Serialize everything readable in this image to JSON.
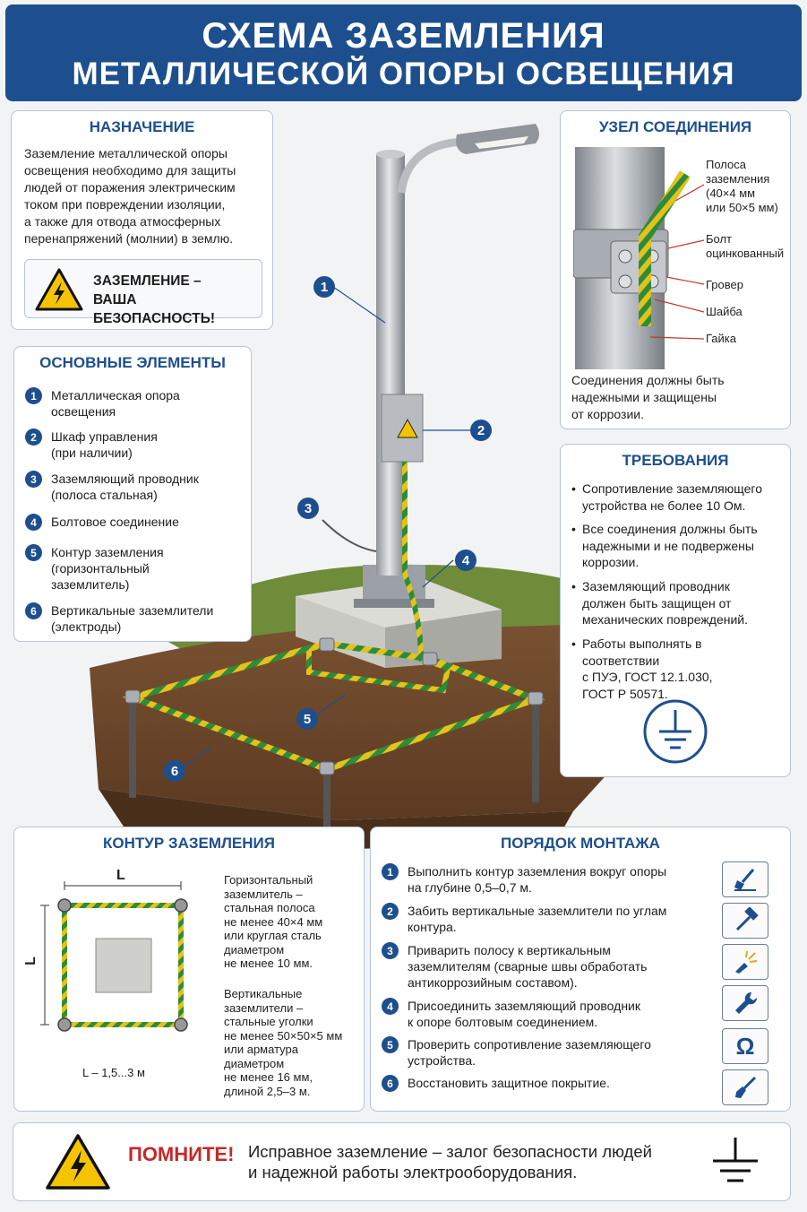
{
  "header": {
    "line1": "СХЕМА ЗАЗЕМЛЕНИЯ",
    "line2": "МЕТАЛЛИЧЕСКОЙ ОПОРЫ ОСВЕЩЕНИЯ"
  },
  "purpose": {
    "title": "НАЗНАЧЕНИЕ",
    "lines": [
      "Заземление металлической опоры",
      "освещения необходимо для защиты",
      "людей от поражения электрическим",
      "током при повреждении изоляции,",
      "а также для отвода атмосферных",
      "перенапряжений (молнии) в землю."
    ],
    "warning_line1": "ЗАЗЕМЛЕНИЕ –",
    "warning_line2": "ВАША БЕЗОПАСНОСТЬ!"
  },
  "elements": {
    "title": "ОСНОВНЫЕ ЭЛЕМЕНТЫ",
    "items": [
      {
        "num": "1",
        "line1": "Металлическая опора",
        "line2": "освещения",
        "line3": ""
      },
      {
        "num": "2",
        "line1": "Шкаф управления",
        "line2": "(при наличии)",
        "line3": ""
      },
      {
        "num": "3",
        "line1": "Заземляющий проводник",
        "line2": "(полоса стальная)",
        "line3": ""
      },
      {
        "num": "4",
        "line1": "Болтовое соединение",
        "line2": "",
        "line3": ""
      },
      {
        "num": "5",
        "line1": "Контур заземления",
        "line2": "(горизонтальный",
        "line3": "заземлитель)"
      },
      {
        "num": "6",
        "line1": "Вертикальные заземлители",
        "line2": "(электроды)",
        "line3": ""
      }
    ]
  },
  "node": {
    "title": "УЗЕЛ СОЕДИНЕНИЯ",
    "strip_line1": "Полоса",
    "strip_line2": "заземления",
    "strip_line3": "(40×4 мм",
    "strip_line4": "или 50×5 мм)",
    "bolt_line1": "Болт",
    "bolt_line2": "оцинкованный",
    "grover": "Гровер",
    "washer": "Шайба",
    "nut": "Гайка",
    "note_line1": "Соединения должны быть",
    "note_line2": "надежными и защищены",
    "note_line3": "от коррозии."
  },
  "requirements": {
    "title": "ТРЕБОВАНИЯ",
    "items": [
      {
        "l1": "Сопротивление заземляющего",
        "l2": "устройства не более 10 Ом.",
        "l3": ""
      },
      {
        "l1": "Все соединения должны быть",
        "l2": "надежными и не подвержены",
        "l3": "коррозии."
      },
      {
        "l1": "Заземляющий проводник",
        "l2": "должен быть защищен от",
        "l3": "механических повреждений."
      },
      {
        "l1": "Работы выполнять в соответствии",
        "l2": "с ПУЭ, ГОСТ 12.1.030,",
        "l3": "ГОСТ Р 50571."
      }
    ]
  },
  "scene_numbers": [
    "1",
    "2",
    "3",
    "4",
    "5",
    "6"
  ],
  "contour": {
    "title": "КОНТУР ЗАЗЕМЛЕНИЯ",
    "dim_top": "L",
    "dim_side": "L",
    "size_note": "L – 1,5...3 м",
    "horiz": [
      "Горизонтальный",
      "заземлитель –",
      "стальная полоса",
      "не менее 40×4 мм",
      "или круглая сталь",
      "диаметром",
      "не менее 10 мм."
    ],
    "vert": [
      "Вертикальные",
      "заземлители –",
      "стальные уголки",
      "не менее 50×50×5 мм",
      "или арматура",
      "диаметром",
      "не менее 16 мм,",
      "длиной 2,5–3 м."
    ]
  },
  "mounting": {
    "title": "ПОРЯДОК МОНТАЖА",
    "steps": [
      {
        "num": "1",
        "l1": "Выполнить контур заземления вокруг опоры",
        "l2": "на глубине 0,5–0,7 м.",
        "l3": "",
        "icon": "shovel-icon"
      },
      {
        "num": "2",
        "l1": "Забить вертикальные заземлители по углам",
        "l2": "контура.",
        "l3": "",
        "icon": "hammer-icon"
      },
      {
        "num": "3",
        "l1": "Приварить полосу к вертикальным",
        "l2": "заземлителям (сварные швы обработать",
        "l3": "антикоррозийным составом).",
        "icon": "welding-icon"
      },
      {
        "num": "4",
        "l1": "Присоединить заземляющий проводник",
        "l2": "к опоре болтовым соединением.",
        "l3": "",
        "icon": "wrench-icon"
      },
      {
        "num": "5",
        "l1": "Проверить сопротивление заземляющего",
        "l2": "устройства.",
        "l3": "",
        "icon": "ohm-icon"
      },
      {
        "num": "6",
        "l1": "Восстановить защитное покрытие.",
        "l2": "",
        "l3": "",
        "icon": "brush-icon"
      }
    ],
    "ohm_symbol": "Ω"
  },
  "footer": {
    "remember": "ПОМНИТЕ!",
    "line1": "Исправное заземление – залог безопасности людей",
    "line2": "и надежной работы электрооборудования."
  },
  "colors": {
    "brand": "#1d4f8e",
    "alert": "#c62828",
    "ground_wire_yellow": "#e3c21c",
    "ground_wire_green": "#2e8b3a"
  }
}
